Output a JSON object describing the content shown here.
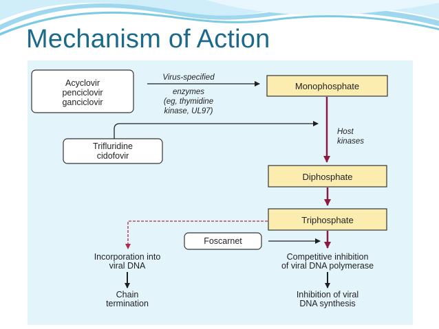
{
  "slide": {
    "title": "Mechanism of Action"
  },
  "diagram": {
    "drugs_group_1": [
      "Acyclovir",
      "penciclovir",
      "ganciclovir"
    ],
    "drugs_group_2": [
      "Trifluridine",
      "cidofovir"
    ],
    "virus_enzyme_label": [
      "Virus-specified",
      "enzymes",
      "(eg, thymidine",
      "kinase, UL97)"
    ],
    "monophosphate": "Monophosphate",
    "host_kinases_label": [
      "Host",
      "kinases"
    ],
    "diphosphate": "Diphosphate",
    "triphosphate": "Triphosphate",
    "foscarnet": "Foscarnet",
    "incorporation": [
      "Incorporation into",
      "viral DNA"
    ],
    "chain_termination": [
      "Chain",
      "termination"
    ],
    "competitive_inhibition": [
      "Competitive inhibition",
      "of viral DNA polymerase"
    ],
    "inhibition_synthesis": [
      "Inhibition of viral",
      "DNA synthesis"
    ]
  },
  "colors": {
    "title": "#1b6a8c",
    "panel_background": "#e3f4fb",
    "phosphate_box": "#fbedb0",
    "host_arrow": "#8b1a3f",
    "swoosh": "#bfe6f5"
  }
}
